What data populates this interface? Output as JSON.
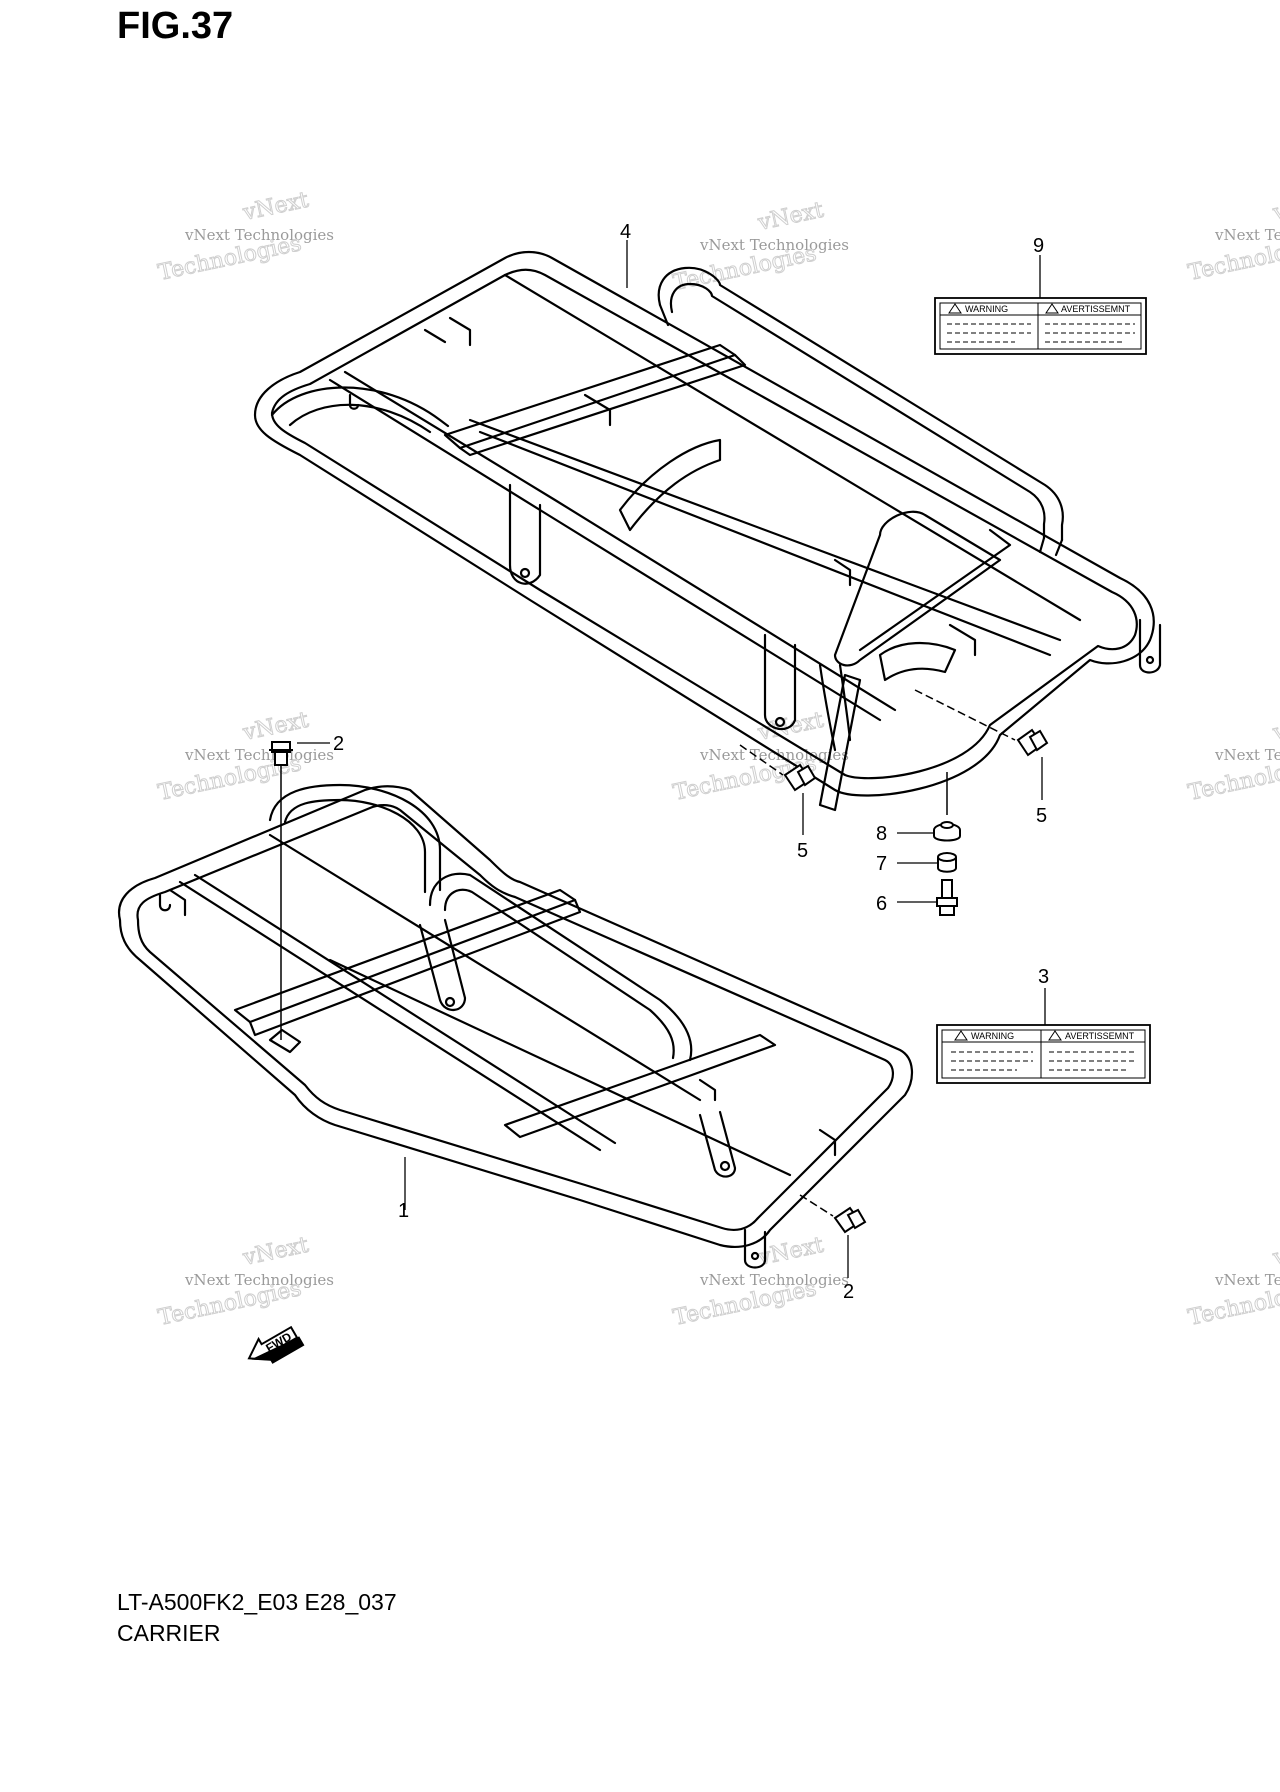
{
  "figure": {
    "title": "FIG.37",
    "model_code": "LT-A500FK2_E03 E28_037",
    "name": "CARRIER"
  },
  "callouts": [
    {
      "id": "c1",
      "text": "1"
    },
    {
      "id": "c2a",
      "text": "2"
    },
    {
      "id": "c2b",
      "text": "2"
    },
    {
      "id": "c3",
      "text": "3"
    },
    {
      "id": "c4",
      "text": "4"
    },
    {
      "id": "c5a",
      "text": "5"
    },
    {
      "id": "c5b",
      "text": "5"
    },
    {
      "id": "c6",
      "text": "6"
    },
    {
      "id": "c7",
      "text": "7"
    },
    {
      "id": "c8",
      "text": "8"
    },
    {
      "id": "c9",
      "text": "9"
    }
  ],
  "warning_label": {
    "warning": "WARNING",
    "avertissement": "AVERTISSEMNT"
  },
  "fwd_arrow": {
    "text": "FWD"
  },
  "watermark": {
    "line1": "vNext Technologies",
    "line2": "vNext",
    "line3": "Technologies"
  }
}
